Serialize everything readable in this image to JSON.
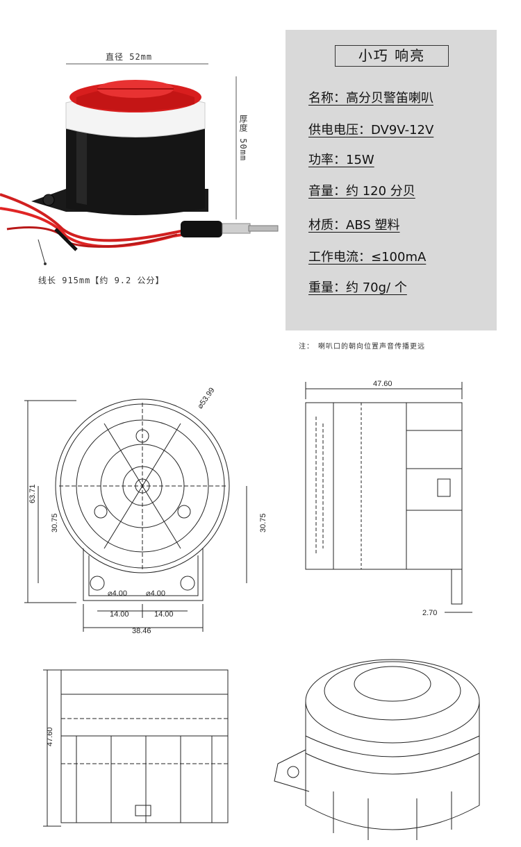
{
  "photo": {
    "diameter_label": "直径 52mm",
    "thickness_label": "厚度 50mm",
    "cable_label": "线长 915mm【约 9.2 公分】"
  },
  "spec": {
    "title": "小巧 响亮",
    "lines": [
      "名称：高分贝警笛喇叭",
      "供电电压：DV9V-12V",
      "功率：15W",
      "音量：约 120 分贝",
      "材质：ABS 塑料",
      "工作电流：≤100mA",
      "重量：约 70g/ 个"
    ]
  },
  "note": "注：　喇叭口的朝向位置声音传播更远",
  "drawing": {
    "front_diameter": "⌀53.99",
    "front_height": "63.71",
    "front_left_dim": "30.75",
    "front_right_dim": "30.75",
    "hole_left": "⌀4.00",
    "hole_right": "⌀4.00",
    "hole_spacing_left": "14.00",
    "hole_spacing_right": "14.00",
    "flange_width": "38.46",
    "side_width": "47.60",
    "side_flange": "2.70",
    "bottom_height": "47.60"
  }
}
